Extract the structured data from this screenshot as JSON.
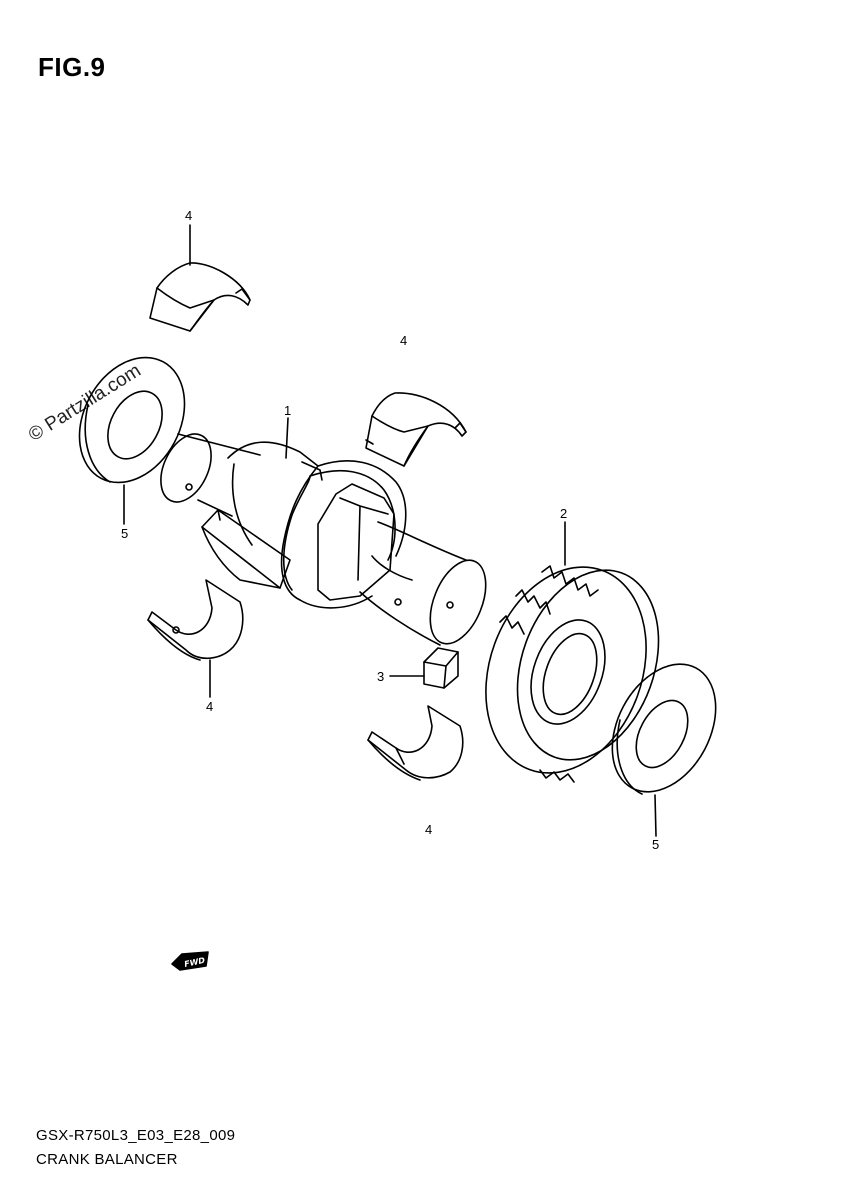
{
  "figure": {
    "title": "FIG.9"
  },
  "watermark": "© Partzilla.com",
  "callouts": [
    {
      "id": "c-4-top",
      "text": "4"
    },
    {
      "id": "c-4-right",
      "text": "4"
    },
    {
      "id": "c-1",
      "text": "1"
    },
    {
      "id": "c-5-left",
      "text": "5"
    },
    {
      "id": "c-2",
      "text": "2"
    },
    {
      "id": "c-3",
      "text": "3"
    },
    {
      "id": "c-4-left-bottom",
      "text": "4"
    },
    {
      "id": "c-4-bottom",
      "text": "4"
    },
    {
      "id": "c-5-right",
      "text": "5"
    }
  ],
  "fwd_label": "FWD",
  "footer": {
    "code": "GSX-R750L3_E03_E28_009",
    "name": "CRANK BALANCER"
  },
  "colors": {
    "line": "#000000",
    "background": "#ffffff"
  }
}
